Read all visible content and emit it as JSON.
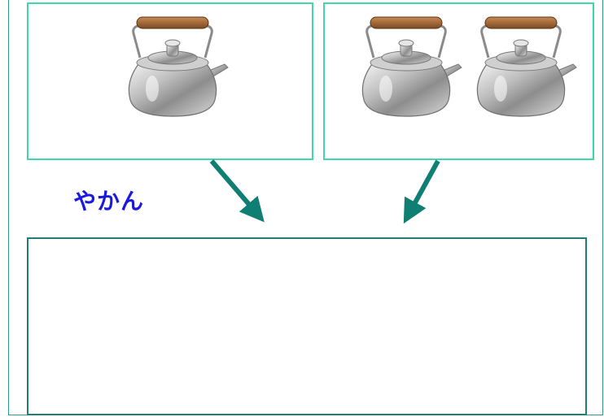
{
  "label": {
    "text": "やかん",
    "color": "#1a1adf"
  },
  "panels": {
    "left": {
      "kettle_count": 1,
      "image_name": "kettle-icon"
    },
    "right": {
      "kettle_count": 2,
      "image_name": "kettle-icon"
    }
  },
  "colors": {
    "panel_border": "#40d8a8",
    "drop_border": "#1e7f72",
    "arrow": "#0e7f72"
  }
}
